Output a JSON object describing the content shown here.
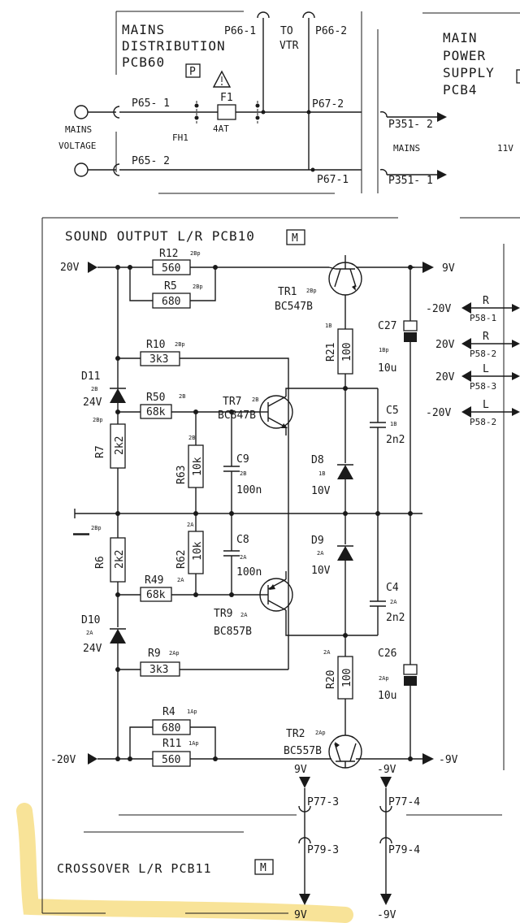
{
  "boards": {
    "mains": {
      "title_line1": "MAINS",
      "title_line2": "DISTRIBUTION",
      "title_line3": "PCB60",
      "badge": "P",
      "fuse_label": "F1",
      "fuse_value": "4AT",
      "fuse_holder": "FH1",
      "input_label_line1": "MAINS",
      "input_label_line2": "VOLTAGE",
      "connectors": [
        "P65- 1",
        "P65- 2",
        "P66-1",
        "P66-2",
        "P67-2",
        "P67-1"
      ],
      "to_vtr_line1": "TO",
      "to_vtr_line2": "VTR"
    },
    "power": {
      "title_line1": "MAIN",
      "title_line2": "POWER",
      "title_line3": "SUPPLY",
      "title_line4": "PCB4",
      "connectors": [
        "P351- 2",
        "P351- 1"
      ],
      "mains_label": "MAINS",
      "volt_label": "11V"
    },
    "sound": {
      "title": "SOUND OUTPUT L/R PCB10",
      "badge": "M",
      "rail_pos": "20V",
      "rail_neg": "-20V",
      "out_pos": "9V",
      "out_neg": "-9V",
      "outputs": [
        {
          "volt": "-20V",
          "ch": "R",
          "conn": "P58-1"
        },
        {
          "volt": "20V",
          "ch": "R",
          "conn": "P58-2"
        },
        {
          "volt": "20V",
          "ch": "L",
          "conn": "P58-3"
        },
        {
          "volt": "-20V",
          "ch": "L",
          "conn": "P58-2"
        }
      ]
    },
    "crossover": {
      "title": "CROSSOVER L/R PCB11",
      "badge": "M",
      "conn_pos_top": "P77-3",
      "conn_neg_top": "P77-4",
      "conn_pos_bot": "P79-3",
      "conn_neg_bot": "P79-4",
      "v_pos": "9V",
      "v_neg": "-9V"
    }
  },
  "components": {
    "r12": {
      "name": "R12",
      "value": "560",
      "loc": "2Bp"
    },
    "r5": {
      "name": "R5",
      "value": "680",
      "loc": "2Bp"
    },
    "r10": {
      "name": "R10",
      "value": "3k3",
      "loc": "2Bp"
    },
    "r50": {
      "name": "R50",
      "value": "68k",
      "loc": "2B"
    },
    "r7": {
      "name": "R7",
      "value": "2k2",
      "loc": "2Bp"
    },
    "r63": {
      "name": "R63",
      "value": "10k",
      "loc": "2B"
    },
    "r6": {
      "name": "R6",
      "value": "2k2",
      "loc": "2Bp"
    },
    "r62": {
      "name": "R62",
      "value": "10k",
      "loc": "2A"
    },
    "r49": {
      "name": "R49",
      "value": "68k",
      "loc": "2A"
    },
    "r9": {
      "name": "R9",
      "value": "3k3",
      "loc": "2Ap"
    },
    "r4": {
      "name": "R4",
      "value": "680",
      "loc": "1Ap"
    },
    "r11": {
      "name": "R11",
      "value": "560",
      "loc": "1Ap"
    },
    "r21": {
      "name": "R21",
      "value": "100",
      "loc": "1B"
    },
    "r20": {
      "name": "R20",
      "value": "100",
      "loc": "2A"
    },
    "c27": {
      "name": "C27",
      "value": "10u",
      "loc": "1Bp"
    },
    "c26": {
      "name": "C26",
      "value": "10u",
      "loc": "2Ap"
    },
    "c5": {
      "name": "C5",
      "value": "2n2",
      "loc": "1B"
    },
    "c4": {
      "name": "C4",
      "value": "2n2",
      "loc": "2A"
    },
    "c9": {
      "name": "C9",
      "value": "100n",
      "loc": "2B"
    },
    "c8": {
      "name": "C8",
      "value": "100n",
      "loc": "2A"
    },
    "d11": {
      "name": "D11",
      "value": "24V",
      "loc": "2B"
    },
    "d10": {
      "name": "D10",
      "value": "24V",
      "loc": "2A"
    },
    "d8": {
      "name": "D8",
      "value": "10V",
      "loc": "1B"
    },
    "d9": {
      "name": "D9",
      "value": "10V",
      "loc": "2A"
    },
    "tr1": {
      "name": "TR1",
      "type": "BC547B",
      "loc": "2Bp"
    },
    "tr7": {
      "name": "TR7",
      "type": "BC847B",
      "loc": "2B"
    },
    "tr9": {
      "name": "TR9",
      "type": "BC857B",
      "loc": "2A"
    },
    "tr2": {
      "name": "TR2",
      "type": "BC557B",
      "loc": "2Ap"
    },
    "gnd_loc": "2Bp"
  }
}
